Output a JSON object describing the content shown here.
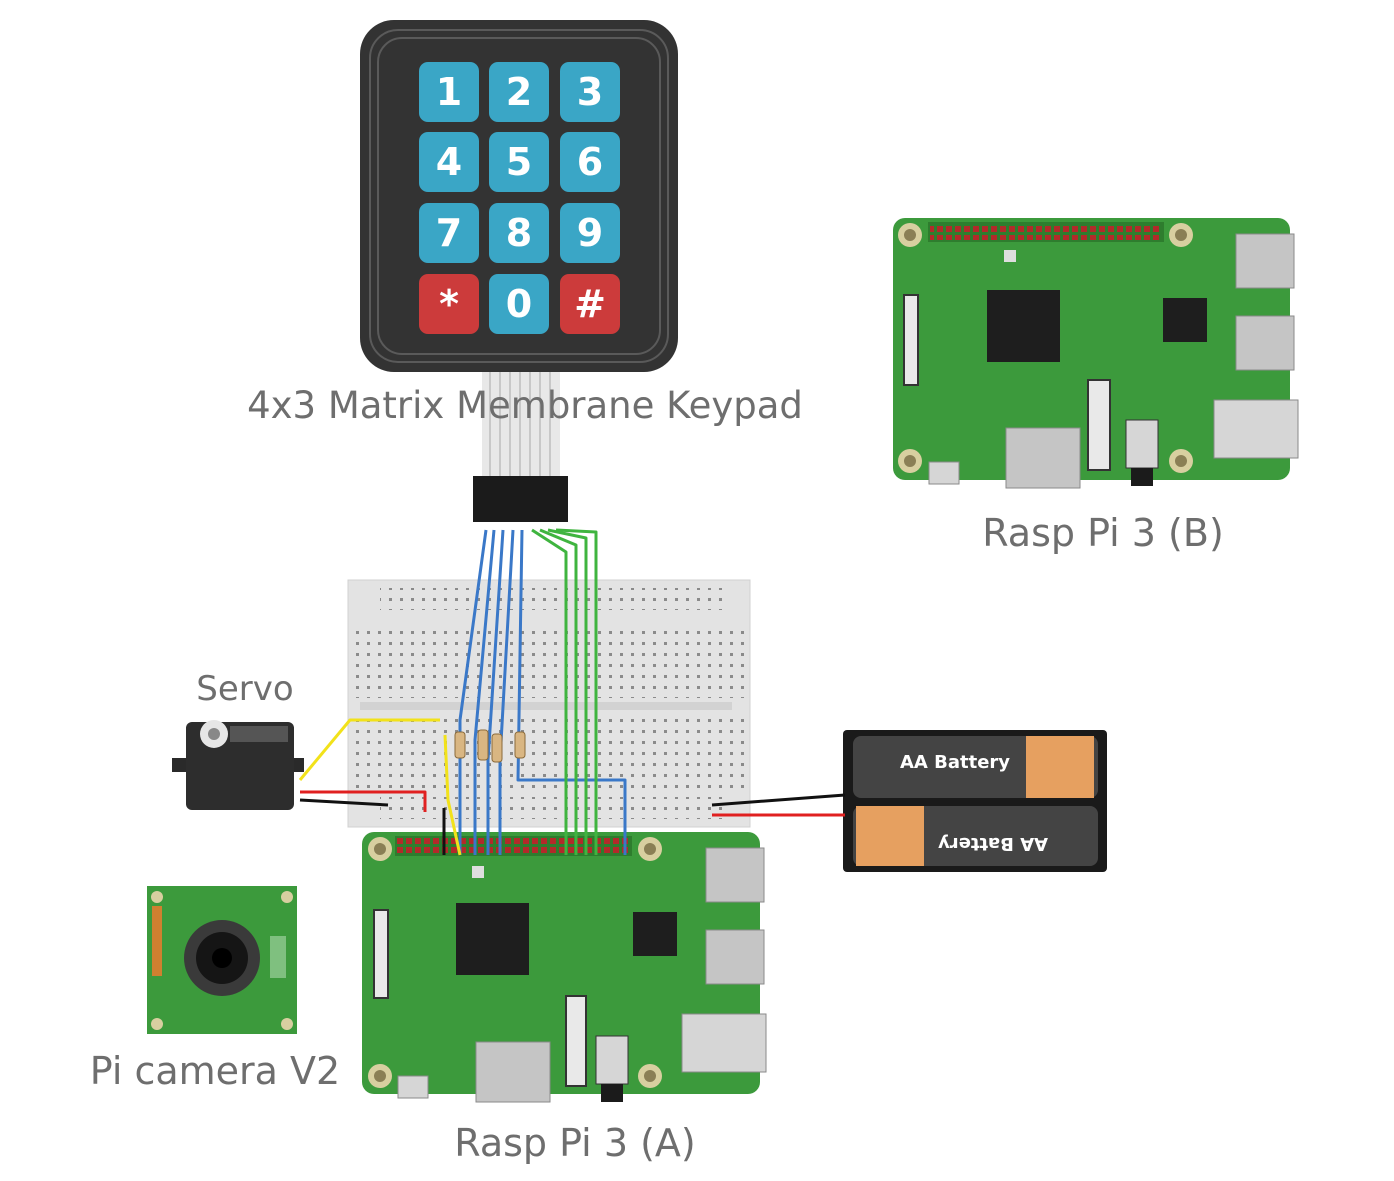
{
  "labels": {
    "keypad": "4x3 Matrix Membrane Keypad",
    "rpi_b": "Rasp Pi 3 (B)",
    "rpi_a": "Rasp Pi 3 (A)",
    "servo": "Servo",
    "camera": "Pi camera V2"
  },
  "keypad": {
    "keys": [
      {
        "label": "1",
        "color": "#3aa6c6"
      },
      {
        "label": "2",
        "color": "#3aa6c6"
      },
      {
        "label": "3",
        "color": "#3aa6c6"
      },
      {
        "label": "4",
        "color": "#3aa6c6"
      },
      {
        "label": "5",
        "color": "#3aa6c6"
      },
      {
        "label": "6",
        "color": "#3aa6c6"
      },
      {
        "label": "7",
        "color": "#3aa6c6"
      },
      {
        "label": "8",
        "color": "#3aa6c6"
      },
      {
        "label": "9",
        "color": "#3aa6c6"
      },
      {
        "label": "*",
        "color": "#cc3b3b"
      },
      {
        "label": "0",
        "color": "#3aa6c6"
      },
      {
        "label": "#",
        "color": "#cc3b3b"
      }
    ]
  },
  "battery": {
    "label_top": "AA Battery",
    "label_bottom": "AA Battery"
  },
  "colors": {
    "board_green": "#3c9a3c",
    "header_red": "#b22a2a",
    "wire_blue": "#3a78c8",
    "wire_green": "#3fb43f",
    "wire_yellow": "#f2e21a",
    "wire_red": "#e02020",
    "wire_black": "#111111"
  }
}
